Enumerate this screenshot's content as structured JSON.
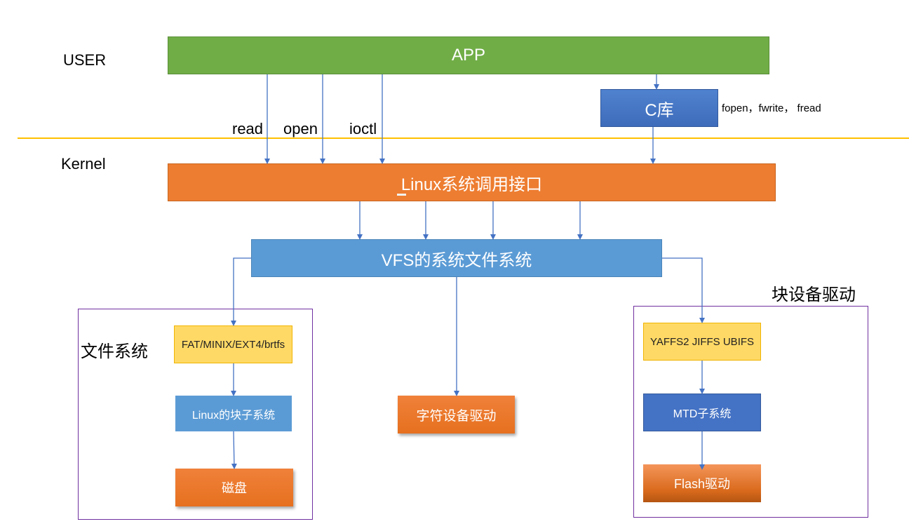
{
  "layers": {
    "user": "USER",
    "kernel": "Kernel"
  },
  "app": {
    "label": "APP",
    "color": "#70ad47"
  },
  "c_lib": {
    "label": "C库",
    "functions": "fopen，fwrite， fread",
    "color": "#4472c4"
  },
  "syscalls": [
    "read",
    "open",
    "ioctl"
  ],
  "syscall_interface": {
    "label": "Linux系统调用接口",
    "color": "#ed7d31"
  },
  "vfs": {
    "label": "VFS的系统文件系统",
    "color": "#5b9bd5"
  },
  "filesystem_group": {
    "title": "文件系统",
    "fs_types": "FAT/MINIX/EXT4/brtfs",
    "block_subsystem": "Linux的块子系统",
    "disk": "磁盘"
  },
  "char_driver": {
    "label": "字符设备驱动"
  },
  "block_driver_group": {
    "title": "块设备驱动",
    "flash_fs": "YAFFS2 JIFFS UBIFS",
    "mtd": "MTD子系统",
    "flash_driver": "Flash驱动"
  },
  "colors": {
    "divider": "#ffc000",
    "group_border": "#7030a0",
    "arrow": "#4472c4",
    "yellow_box": "#ffd966"
  }
}
